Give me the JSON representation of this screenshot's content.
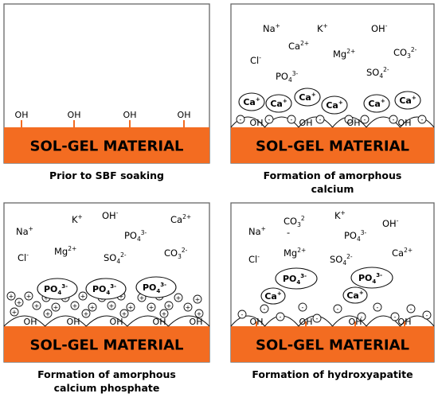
{
  "base_label": "SOL-GEL MATERIAL",
  "surface_group": "OH",
  "colors": {
    "base": "#f36c21",
    "border": "#666666",
    "stroke": "#111111"
  },
  "panels": [
    {
      "id": "p1",
      "caption": [
        "Prior to SBF soaking"
      ],
      "ions": []
    },
    {
      "id": "p2",
      "caption": [
        "Formation of amorphous",
        "calcium"
      ],
      "ions": [
        {
          "b": "Na",
          "sup": "+"
        },
        {
          "b": "K",
          "sup": "+"
        },
        {
          "b": "OH",
          "sup": "-"
        },
        {
          "b": "Ca",
          "sup": "2+"
        },
        {
          "b": "Mg",
          "sup": "2+"
        },
        {
          "b": "Cl",
          "sup": "-"
        },
        {
          "b": "CO",
          "sub": "3",
          "sup": "2-"
        },
        {
          "b": "PO",
          "sub": "4",
          "sup": "3-"
        },
        {
          "b": "SO",
          "sub": "4",
          "sup": "2-"
        }
      ],
      "bound": {
        "b": "Ca",
        "sup": "+"
      }
    },
    {
      "id": "p3",
      "caption": [
        "Formation of amorphous",
        "calcium phosphate"
      ],
      "ions": [
        {
          "b": "Na",
          "sup": "+"
        },
        {
          "b": "K",
          "sup": "+"
        },
        {
          "b": "OH",
          "sup": "-"
        },
        {
          "b": "Ca",
          "sup": "2+"
        },
        {
          "b": "PO",
          "sub": "4",
          "sup": "3-"
        },
        {
          "b": "Cl",
          "sup": "-"
        },
        {
          "b": "Mg",
          "sup": "2+"
        },
        {
          "b": "SO",
          "sub": "4",
          "sup": "2-"
        },
        {
          "b": "CO",
          "sub": "3",
          "sup": "2-"
        }
      ],
      "bound": {
        "b": "PO",
        "sub": "4",
        "sup": "3-"
      }
    },
    {
      "id": "p4",
      "caption": [
        "Formation of hydroxyapatite"
      ],
      "ions": [
        {
          "b": "CO",
          "sub": "3",
          "sup": "2",
          "after": "-"
        },
        {
          "b": "K",
          "sup": "+"
        },
        {
          "b": "Na",
          "sup": "+"
        },
        {
          "b": "OH",
          "sup": "-"
        },
        {
          "b": "PO",
          "sub": "4",
          "sup": "3-"
        },
        {
          "b": "Mg",
          "sup": "2+"
        },
        {
          "b": "Ca",
          "sup": "2+"
        },
        {
          "b": "Cl",
          "sup": "-"
        },
        {
          "b": "SO",
          "sub": "4",
          "sup": "2-"
        }
      ],
      "bound_po4": {
        "b": "PO",
        "sub": "4",
        "sup": "3-"
      },
      "bound_ca": {
        "b": "Ca",
        "sup": "+"
      }
    }
  ]
}
